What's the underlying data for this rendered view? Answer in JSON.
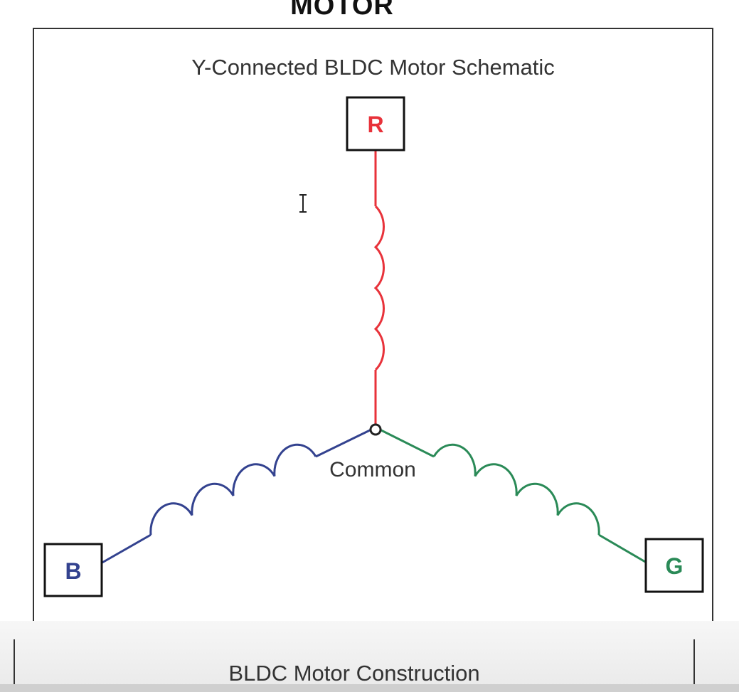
{
  "header": {
    "heading": "MOTOR"
  },
  "schematic": {
    "title": "Y-Connected BLDC Motor Schematic",
    "common_label": "Common",
    "terminals": [
      {
        "label": "R",
        "color": "#e8323a"
      },
      {
        "label": "B",
        "color": "#33428f"
      },
      {
        "label": "G",
        "color": "#2a8a57"
      }
    ]
  },
  "next_section": {
    "caption": "BLDC Motor Construction"
  },
  "colors": {
    "frame": "#333333",
    "text": "#333333"
  }
}
